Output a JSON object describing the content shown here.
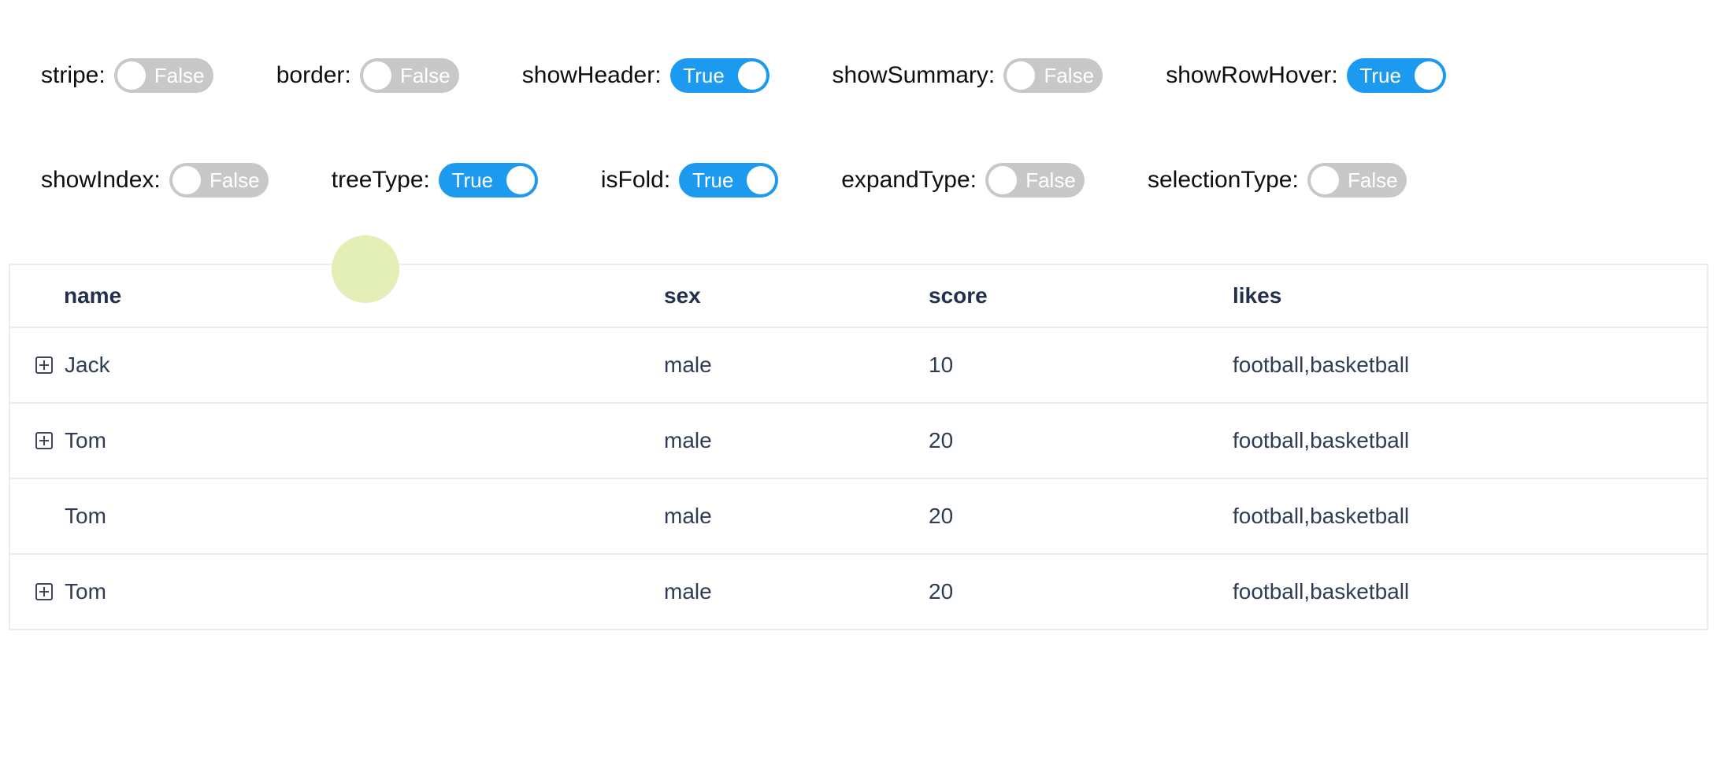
{
  "colors": {
    "toggle_on": "#1b9af0",
    "toggle_off": "#c8c8c8",
    "click_indicator": "rgba(226,238,177,0.92)",
    "row_border": "#ececec",
    "header_text": "#20304d",
    "cell_text": "#2e3d55"
  },
  "config_panel": {
    "rows": [
      [
        {
          "label": "stripe:",
          "state": false,
          "state_text": "False"
        },
        {
          "label": "border:",
          "state": false,
          "state_text": "False"
        },
        {
          "label": "showHeader:",
          "state": true,
          "state_text": "True"
        },
        {
          "label": "showSummary:",
          "state": false,
          "state_text": "False"
        },
        {
          "label": "showRowHover:",
          "state": true,
          "state_text": "True"
        }
      ],
      [
        {
          "label": "showIndex:",
          "state": false,
          "state_text": "False"
        },
        {
          "label": "treeType:",
          "state": true,
          "state_text": "True"
        },
        {
          "label": "isFold:",
          "state": true,
          "state_text": "True"
        },
        {
          "label": "expandType:",
          "state": false,
          "state_text": "False"
        },
        {
          "label": "selectionType:",
          "state": false,
          "state_text": "False"
        }
      ]
    ]
  },
  "table": {
    "columns": [
      {
        "key": "name",
        "label": "name"
      },
      {
        "key": "sex",
        "label": "sex"
      },
      {
        "key": "score",
        "label": "score"
      },
      {
        "key": "likes",
        "label": "likes"
      }
    ],
    "rows": [
      {
        "name": "Jack",
        "sex": "male",
        "score": "10",
        "likes": "football,basketball",
        "expandable": true,
        "child": false
      },
      {
        "name": "Tom",
        "sex": "male",
        "score": "20",
        "likes": "football,basketball",
        "expandable": true,
        "child": false
      },
      {
        "name": "Tom",
        "sex": "male",
        "score": "20",
        "likes": "football,basketball",
        "expandable": false,
        "child": true
      },
      {
        "name": "Tom",
        "sex": "male",
        "score": "20",
        "likes": "football,basketball",
        "expandable": true,
        "child": false
      }
    ],
    "expand_icon": "plus-square-icon"
  }
}
